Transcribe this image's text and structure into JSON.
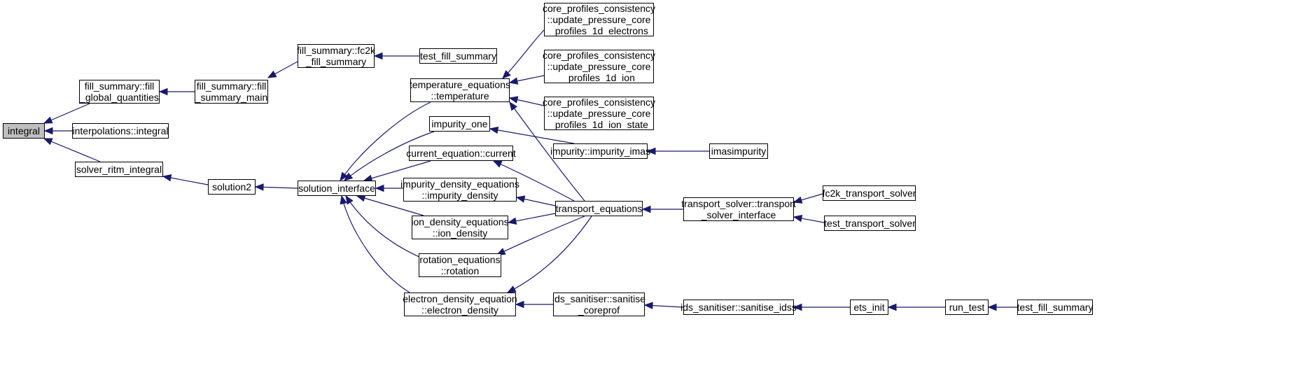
{
  "colors": {
    "edge": "#191970",
    "root_fill": "#bfbfbf",
    "node_fill": "#ffffff",
    "node_border": "#000000"
  },
  "nodes": {
    "integral": {
      "lines": [
        "integral"
      ]
    },
    "fill_global": {
      "lines": [
        "fill_summary::fill",
        "_global_quantities"
      ]
    },
    "interp_integral": {
      "lines": [
        "interpolations::integral"
      ]
    },
    "solver_ritm": {
      "lines": [
        "solver_ritm_integral"
      ]
    },
    "fill_main": {
      "lines": [
        "fill_summary::fill",
        "_summary_main"
      ]
    },
    "solution2": {
      "lines": [
        "solution2"
      ]
    },
    "fc2k_fill": {
      "lines": [
        "fill_summary::fc2k",
        "_fill_summary"
      ]
    },
    "solution_interface": {
      "lines": [
        "solution_interface"
      ]
    },
    "test_fill_summary_a": {
      "lines": [
        "test_fill_summary"
      ]
    },
    "temp_eq": {
      "lines": [
        "temperature_equations",
        "::temperature"
      ]
    },
    "impurity_one": {
      "lines": [
        "impurity_one"
      ]
    },
    "current_eq": {
      "lines": [
        "current_equation::current"
      ]
    },
    "impurity_density": {
      "lines": [
        "impurity_density_equations",
        "::impurity_density"
      ]
    },
    "ion_density": {
      "lines": [
        "ion_density_equations",
        "::ion_density"
      ]
    },
    "rotation": {
      "lines": [
        "rotation_equations",
        "::rotation"
      ]
    },
    "electron_density": {
      "lines": [
        "electron_density_equation",
        "::electron_density"
      ]
    },
    "cpc_electrons": {
      "lines": [
        "core_profiles_consistency",
        "::update_pressure_core",
        "_profiles_1d_electrons"
      ]
    },
    "cpc_ion": {
      "lines": [
        "core_profiles_consistency",
        "::update_pressure_core",
        "_profiles_1d_ion"
      ]
    },
    "cpc_ion_state": {
      "lines": [
        "core_profiles_consistency",
        "::update_pressure_core",
        "_profiles_1d_ion_state"
      ]
    },
    "impurity_imas": {
      "lines": [
        "impurity::impurity_imas"
      ]
    },
    "transport_eq": {
      "lines": [
        "transport_equations"
      ]
    },
    "ids_coreprof": {
      "lines": [
        "ids_sanitiser::sanitise",
        "_coreprof"
      ]
    },
    "imasimpurity": {
      "lines": [
        "imasimpurity"
      ]
    },
    "transport_solver_iface": {
      "lines": [
        "transport_solver::transport",
        "_solver_interface"
      ]
    },
    "ids_sanitise_idss": {
      "lines": [
        "ids_sanitiser::sanitise_idss"
      ]
    },
    "fc2k_transport": {
      "lines": [
        "fc2k_transport_solver"
      ]
    },
    "test_transport": {
      "lines": [
        "test_transport_solver"
      ]
    },
    "ets_init": {
      "lines": [
        "ets_init"
      ]
    },
    "run_test": {
      "lines": [
        "run_test"
      ]
    },
    "test_fill_summary_b": {
      "lines": [
        "test_fill_summary"
      ]
    }
  }
}
